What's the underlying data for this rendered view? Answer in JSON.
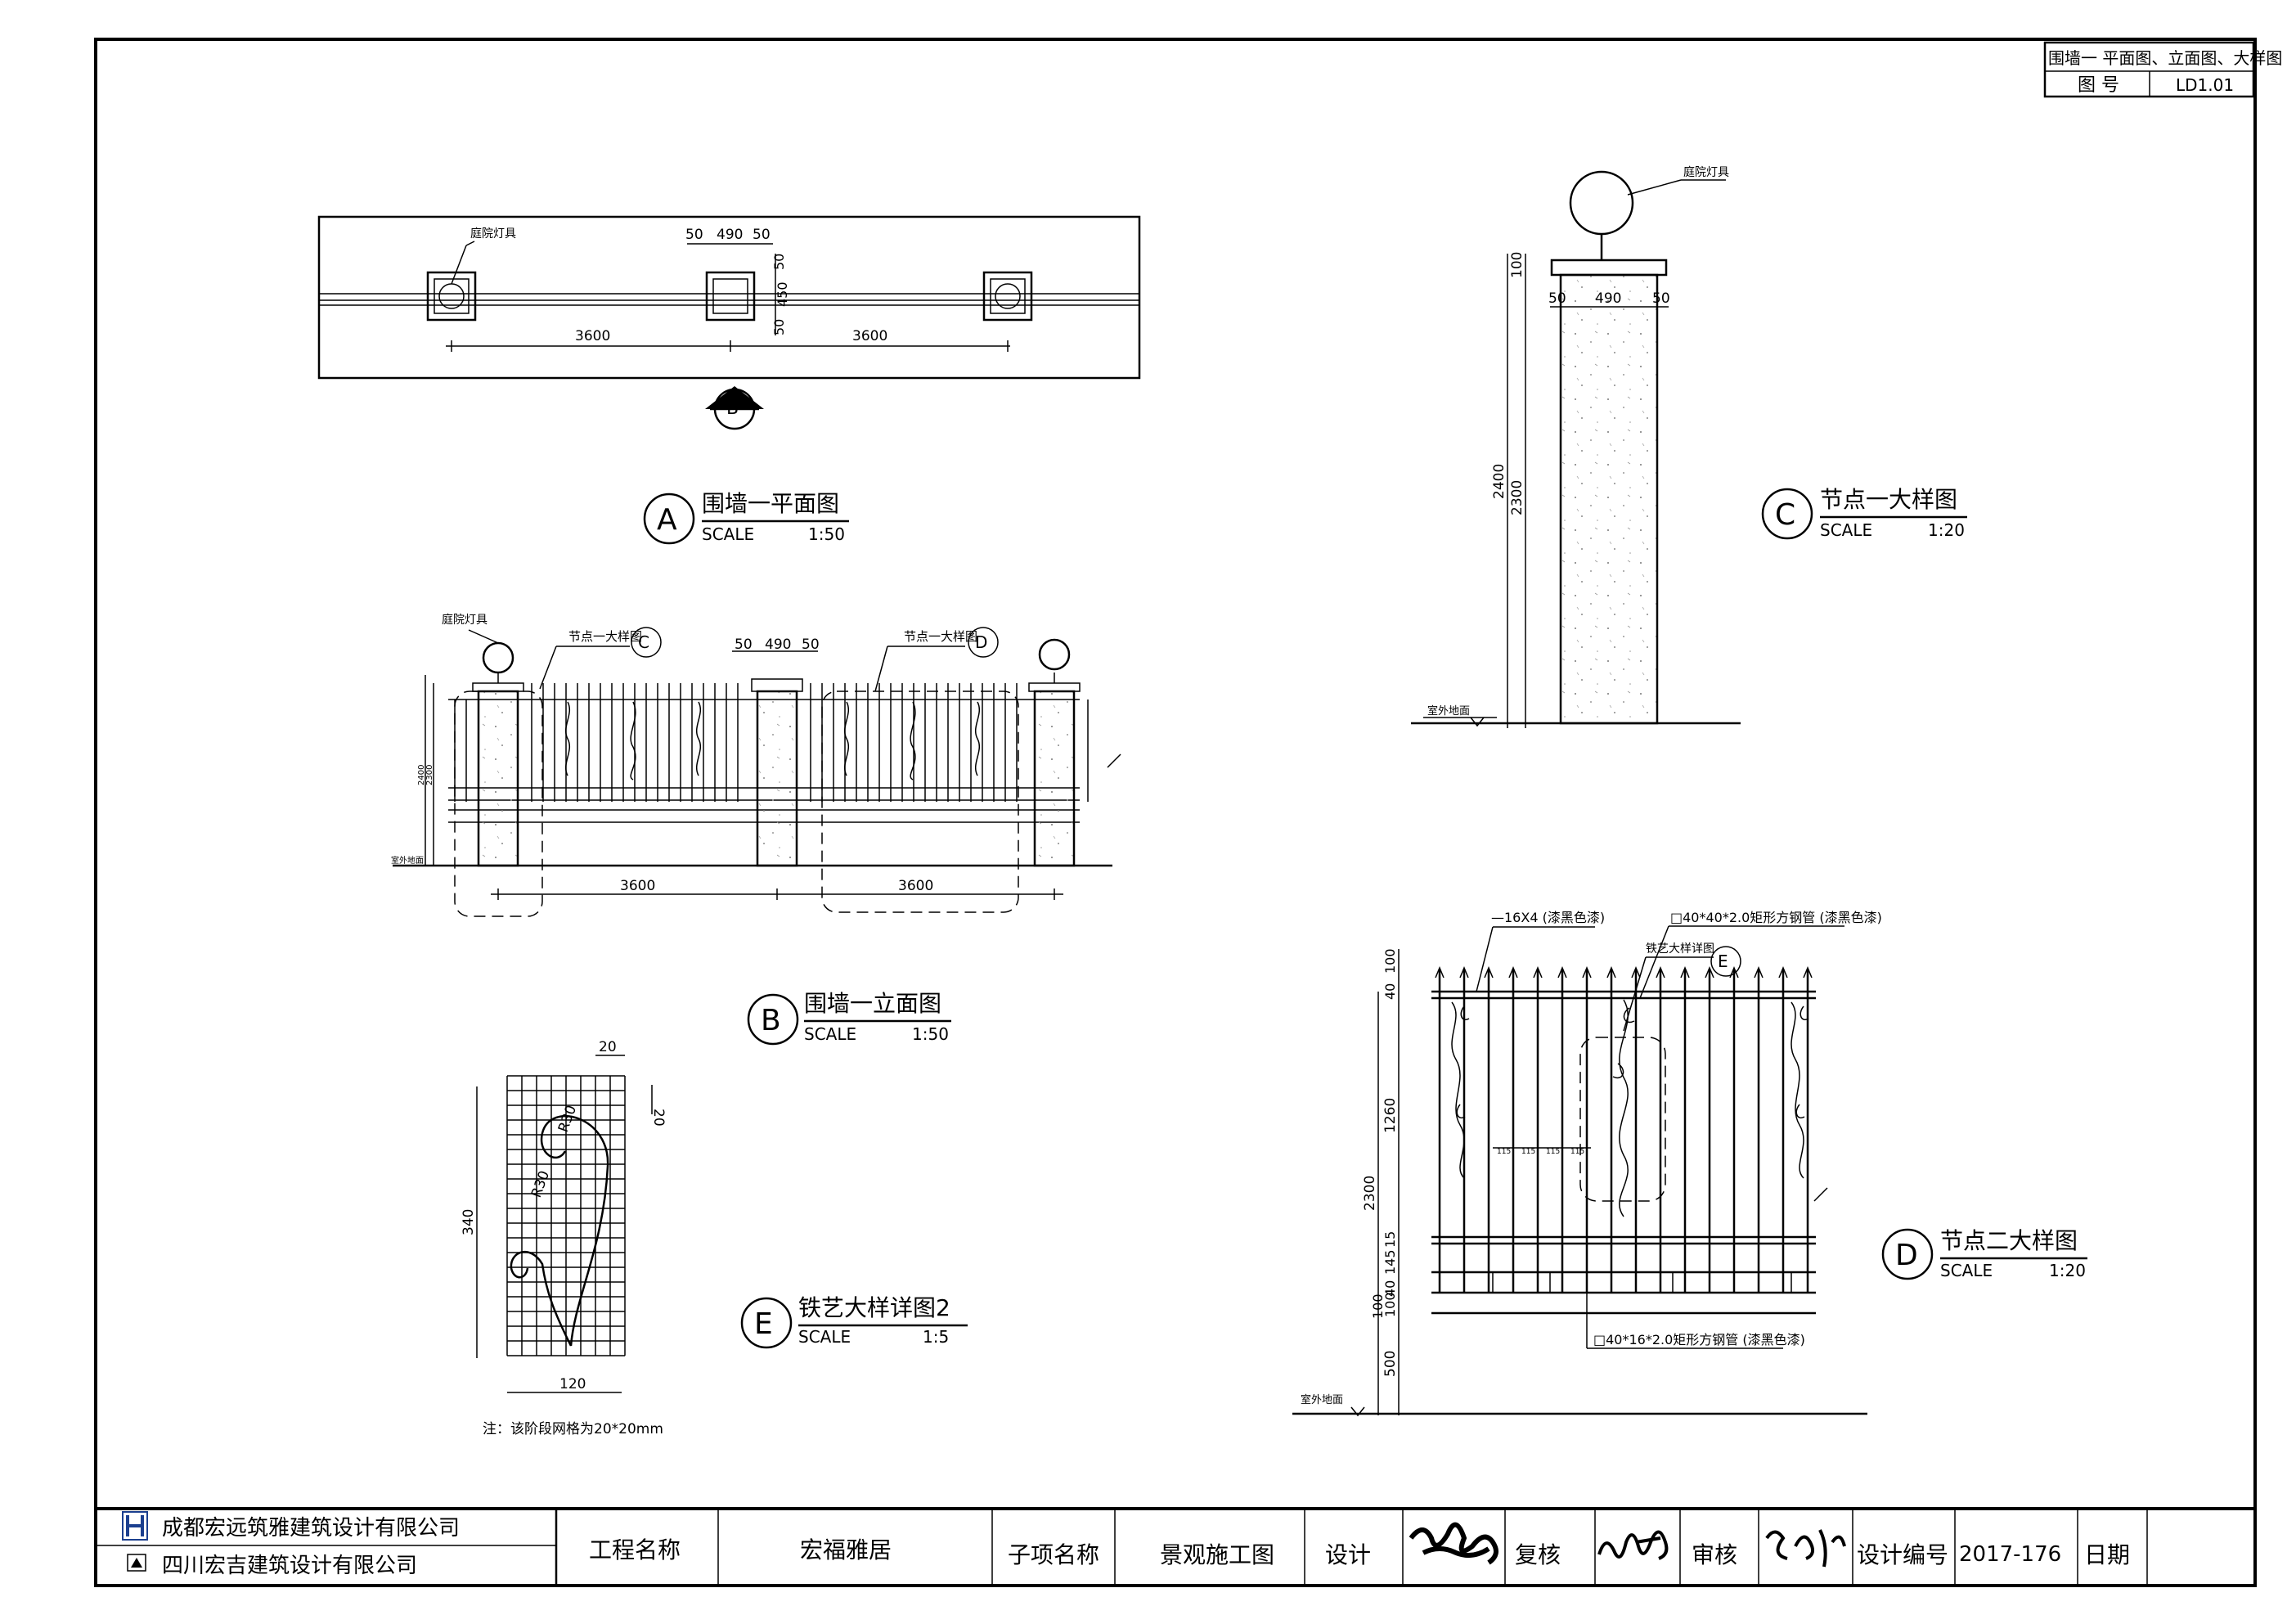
{
  "title_block": {
    "drawing_title": "围墙一 平面图、立面图、大样图",
    "drawing_no_label": "图 号",
    "drawing_no": "LD1.01"
  },
  "views": {
    "A": {
      "letter": "A",
      "title": "围墙一平面图",
      "scale_label": "SCALE",
      "scale": "1:50"
    },
    "B": {
      "letter": "B",
      "title": "围墙一立面图",
      "scale_label": "SCALE",
      "scale": "1:50"
    },
    "C": {
      "letter": "C",
      "title": "节点一大样图",
      "scale_label": "SCALE",
      "scale": "1:20"
    },
    "D": {
      "letter": "D",
      "title": "节点二大样图",
      "scale_label": "SCALE",
      "scale": "1:20"
    },
    "E": {
      "letter": "E",
      "title": "铁艺大样详图2",
      "scale_label": "SCALE",
      "scale": "1:5"
    }
  },
  "plan": {
    "lamp_label": "庭院灯具",
    "dim_top": [
      "50",
      "490",
      "50"
    ],
    "dim_side": [
      "50",
      "450",
      "50"
    ],
    "span_left": "3600",
    "span_right": "3600",
    "section_marker": "B"
  },
  "elevation": {
    "lamp_label": "庭院灯具",
    "callout_c": "节点一大样图",
    "callout_c_letter": "C",
    "callout_d": "节点一大样图",
    "callout_d_letter": "D",
    "dim_top": [
      "50",
      "490",
      "50"
    ],
    "h_dim_a": "2400",
    "h_dim_b": "2300",
    "ground_label": "室外地面",
    "span_left": "3600",
    "span_right": "3600"
  },
  "detail_c": {
    "lamp_label": "庭院灯具",
    "dim_top": [
      "50",
      "490",
      "50"
    ],
    "h_cap": "100",
    "h_total": "2400",
    "h_column": "2300",
    "ground_label": "室外地面"
  },
  "detail_d": {
    "flat_bar": "—16X4 (漆黑色漆)",
    "square_tube": "□40*40*2.0矩形方钢管 (漆黑色漆)",
    "ironwork_callout": "铁艺大样详图",
    "ironwork_letter": "E",
    "rect_tube": "□40*16*2.0矩形方钢管 (漆黑色漆)",
    "h_dims": [
      "100",
      "40",
      "1260",
      "15",
      "145",
      "100",
      "40",
      "100",
      "500"
    ],
    "h_total": "2300",
    "spacing": [
      "115",
      "115",
      "115",
      "115"
    ],
    "ground_label": "室外地面"
  },
  "detail_e": {
    "dim_top": "20",
    "dim_side": "20",
    "height": "340",
    "width": "120",
    "radius_a": "R30",
    "radius_b": "R30",
    "note": "注：该阶段网格为20*20mm"
  },
  "footer": {
    "company1": "成都宏远筑雅建筑设计有限公司",
    "company2": "四川宏吉建筑设计有限公司",
    "project_label": "工程名称",
    "project_value": "宏福雅居",
    "subitem_label": "子项名称",
    "subitem_value": "景观施工图",
    "design_label": "设计",
    "check_label": "复核",
    "review_label": "审核",
    "design_no_label": "设计编号",
    "design_no_value": "2017-176",
    "date_label": "日期"
  }
}
